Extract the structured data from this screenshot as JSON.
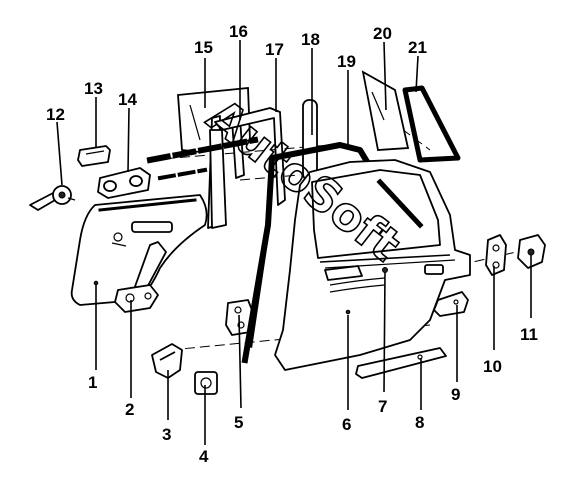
{
  "watermark": "AutoSoft",
  "callouts": [
    {
      "label": "1"
    },
    {
      "label": "2"
    },
    {
      "label": "3"
    },
    {
      "label": "4"
    },
    {
      "label": "5"
    },
    {
      "label": "6"
    },
    {
      "label": "7"
    },
    {
      "label": "8"
    },
    {
      "label": "9"
    },
    {
      "label": "10"
    },
    {
      "label": "11"
    },
    {
      "label": "12"
    },
    {
      "label": "13"
    },
    {
      "label": "14"
    },
    {
      "label": "15"
    },
    {
      "label": "16"
    },
    {
      "label": "17"
    },
    {
      "label": "18"
    },
    {
      "label": "19"
    },
    {
      "label": "20"
    },
    {
      "label": "21"
    }
  ]
}
